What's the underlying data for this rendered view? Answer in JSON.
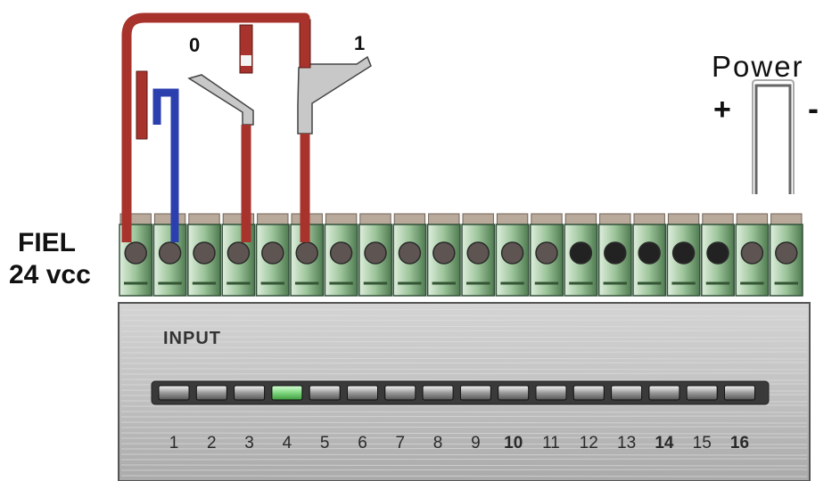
{
  "field_label": {
    "line1": "FIEL",
    "line2": "24 vcc"
  },
  "power": {
    "title": "Power",
    "plus": "+",
    "minus": "-"
  },
  "switch": {
    "position_0": "0",
    "position_1": "1"
  },
  "module": {
    "label": "INPUT",
    "channels": [
      {
        "number": "1",
        "active": false,
        "bold": false
      },
      {
        "number": "2",
        "active": false,
        "bold": false
      },
      {
        "number": "3",
        "active": false,
        "bold": false
      },
      {
        "number": "4",
        "active": true,
        "bold": false
      },
      {
        "number": "5",
        "active": false,
        "bold": false
      },
      {
        "number": "6",
        "active": false,
        "bold": false
      },
      {
        "number": "7",
        "active": false,
        "bold": false
      },
      {
        "number": "8",
        "active": false,
        "bold": false
      },
      {
        "number": "9",
        "active": false,
        "bold": false
      },
      {
        "number": "10",
        "active": false,
        "bold": true
      },
      {
        "number": "11",
        "active": false,
        "bold": false
      },
      {
        "number": "12",
        "active": false,
        "bold": false
      },
      {
        "number": "13",
        "active": false,
        "bold": false
      },
      {
        "number": "14",
        "active": false,
        "bold": true
      },
      {
        "number": "15",
        "active": false,
        "bold": false
      },
      {
        "number": "16",
        "active": false,
        "bold": true
      }
    ]
  },
  "colors": {
    "wire_red": "#a8322c",
    "wire_blue": "#2b3fae",
    "led_on": "#7fd87f",
    "terminal_green": "#9fc89f",
    "panel": "#b8b8b8"
  }
}
